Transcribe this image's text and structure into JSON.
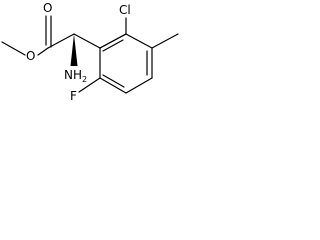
{
  "molecule": {
    "atoms": {
      "o_carbonyl": "O",
      "o_ester": "O",
      "n_amino": "NH",
      "n_amino_subscript": "2",
      "cl": "Cl",
      "f": "F"
    },
    "colors": {
      "bond": "#000000",
      "text": "#000000",
      "background": "#ffffff"
    }
  }
}
